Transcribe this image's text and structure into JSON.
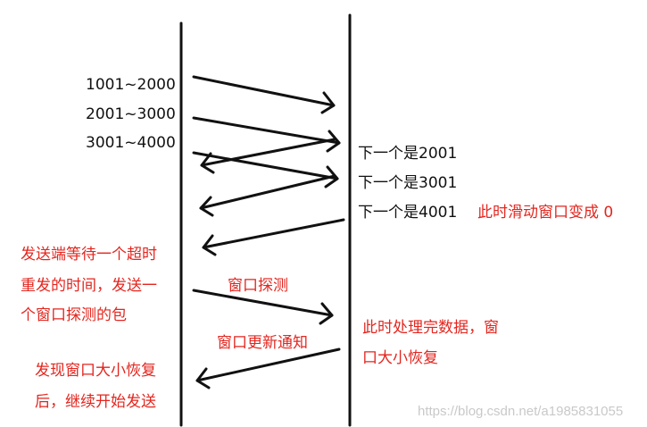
{
  "colors": {
    "ink": "#111111",
    "red": "#e3261f",
    "watermark": "#c9c9c9"
  },
  "segments": {
    "seg1": "1001~2000",
    "seg2": "2001~3000",
    "seg3": "3001~4000"
  },
  "acks": {
    "ack1": "下一个是2001",
    "ack2": "下一个是3001",
    "ack3": "下一个是4001"
  },
  "notes": {
    "window_zero": "此时滑动窗口变成 0",
    "sender_wait_1": "发送端等待一个超时",
    "sender_wait_2": "重发的时间，发送一",
    "sender_wait_3": "个窗口探测的包",
    "probe": "窗口探测",
    "receiver_done_1": "此时处理完数据，窗",
    "receiver_done_2": "口大小恢复",
    "update": "窗口更新通知",
    "resume_1": "发现窗口大小恢复",
    "resume_2": "后，继续开始发送"
  },
  "watermark": "https://blog.csdn.net/a1985831055"
}
